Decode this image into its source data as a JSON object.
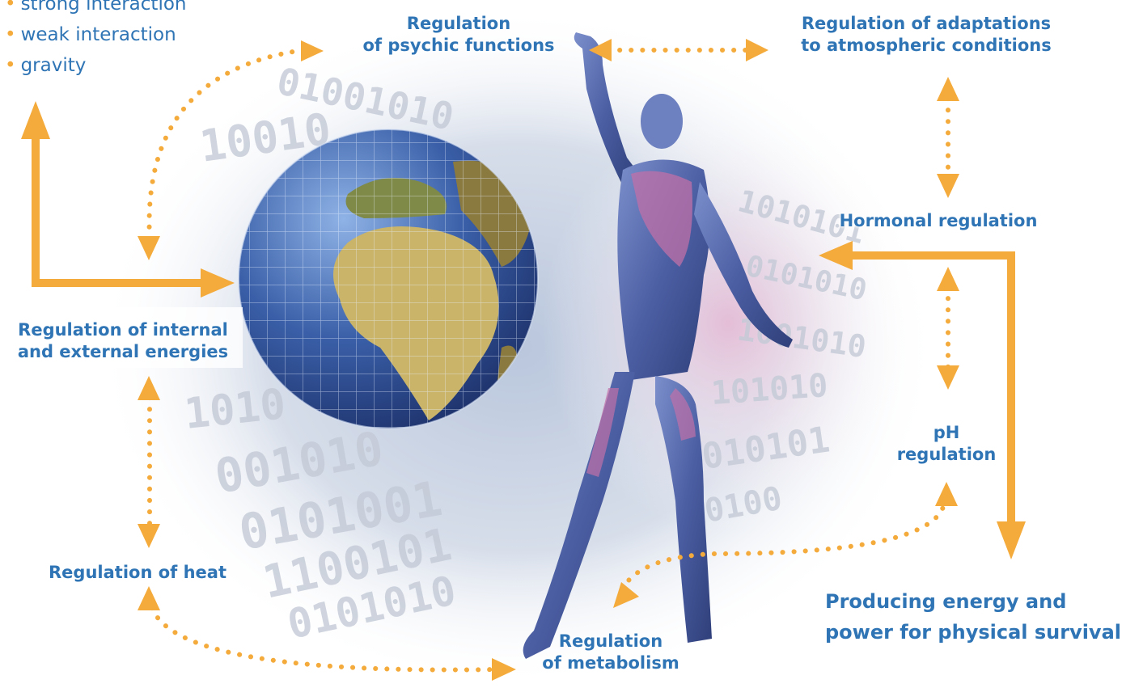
{
  "forces_list": {
    "items": [
      "strong interaction",
      "weak interaction",
      "gravity"
    ]
  },
  "labels": {
    "psychic": [
      "Regulation",
      "of psychic functions"
    ],
    "atmospheric": [
      "Regulation of adaptations",
      "to atmospheric conditions"
    ],
    "hormonal": "Hormonal regulation",
    "energies": [
      "Regulation of internal",
      "and external energies"
    ],
    "ph": [
      "pH",
      "regulation"
    ],
    "heat": "Regulation of heat",
    "metabolism": [
      "Regulation",
      "of metabolism"
    ],
    "producing": [
      "Producing energy and",
      "power for physical survival"
    ]
  },
  "colors": {
    "label_text": "#2f75b5",
    "arrow": "#f4ab3b",
    "globe_ocean": "#3a5fa8",
    "land": "#9a8a4a",
    "figure_body": "#5a6fb0",
    "figure_muscle": "#c070a8"
  },
  "illustration": {
    "globe": "earth-globe-with-grid",
    "figure": "human-anatomy-figure",
    "background": "binary-digit-pattern"
  }
}
